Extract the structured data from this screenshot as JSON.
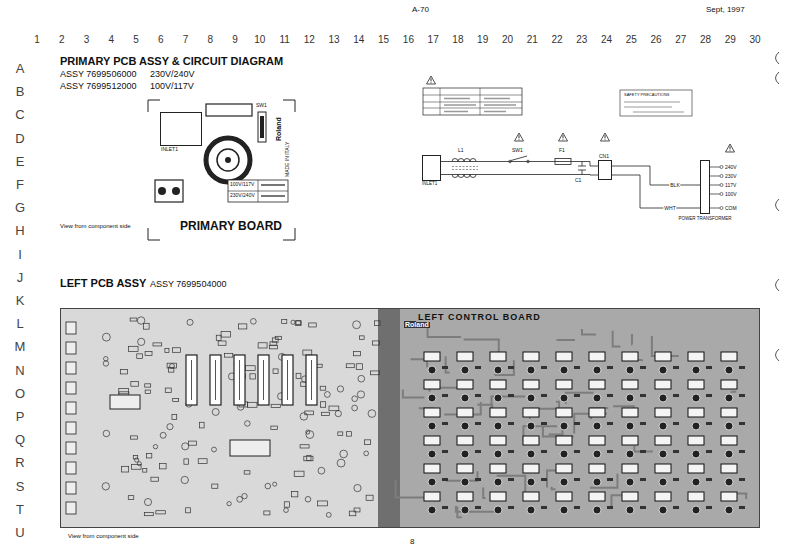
{
  "diagram": {
    "title": "PRIMARY PCB ASSY & CIRCUIT DIAGRAM",
    "nodes": [
      {
        "text": [
          "PRIMARY BOARD"
        ]
      },
      {
        "text": [
          "INLET1"
        ],
        "in": 0
      },
      {
        "text": [
          "INLET1"
        ]
      },
      {
        "text": [
          "CN1"
        ]
      },
      {
        "text": [
          "POWER TRANSFORMER"
        ]
      },
      {
        "text": [
          "LEFT CONTROL BOARD"
        ]
      }
    ],
    "edges": [
      {
        "from": 2,
        "to": 3,
        "arrow": "none"
      },
      {
        "from": 2,
        "to": 3,
        "arrow": "none"
      },
      {
        "from": 3,
        "to": 4,
        "label": "BLK",
        "arrow": "none"
      },
      {
        "from": 3,
        "to": 4,
        "label": "WHT",
        "arrow": "none"
      }
    ],
    "labels": [
      "A-70",
      "Sept, 1997",
      "1",
      "2",
      "3",
      "4",
      "5",
      "6",
      "7",
      "8",
      "9",
      "10",
      "11",
      "12",
      "13",
      "14",
      "15",
      "16",
      "17",
      "18",
      "19",
      "20",
      "21",
      "22",
      "23",
      "24",
      "25",
      "26",
      "27",
      "28",
      "29",
      "30",
      "A",
      "B",
      "C",
      "D",
      "E",
      "F",
      "G",
      "H",
      "I",
      "J",
      "K",
      "L",
      "M",
      "N",
      "O",
      "P",
      "Q",
      "R",
      "S",
      "T",
      "U",
      "ASSY 7699506000",
      "230V/240V",
      "ASSY 7699512000",
      "100V/117V",
      "View from component side",
      "SW1",
      "100V/117V",
      "230V/240V",
      "Roland",
      "MADE IN ITALY",
      "SAFETY PRECAUTIONS",
      "L",
      "N",
      "L1",
      "SW1",
      "F1",
      "C1",
      "240V",
      "230V",
      "117V",
      "100V",
      "COM",
      "LEFT PCB ASSY",
      "ASSY 7699504000",
      "Roland",
      "View from component side",
      "8"
    ]
  }
}
